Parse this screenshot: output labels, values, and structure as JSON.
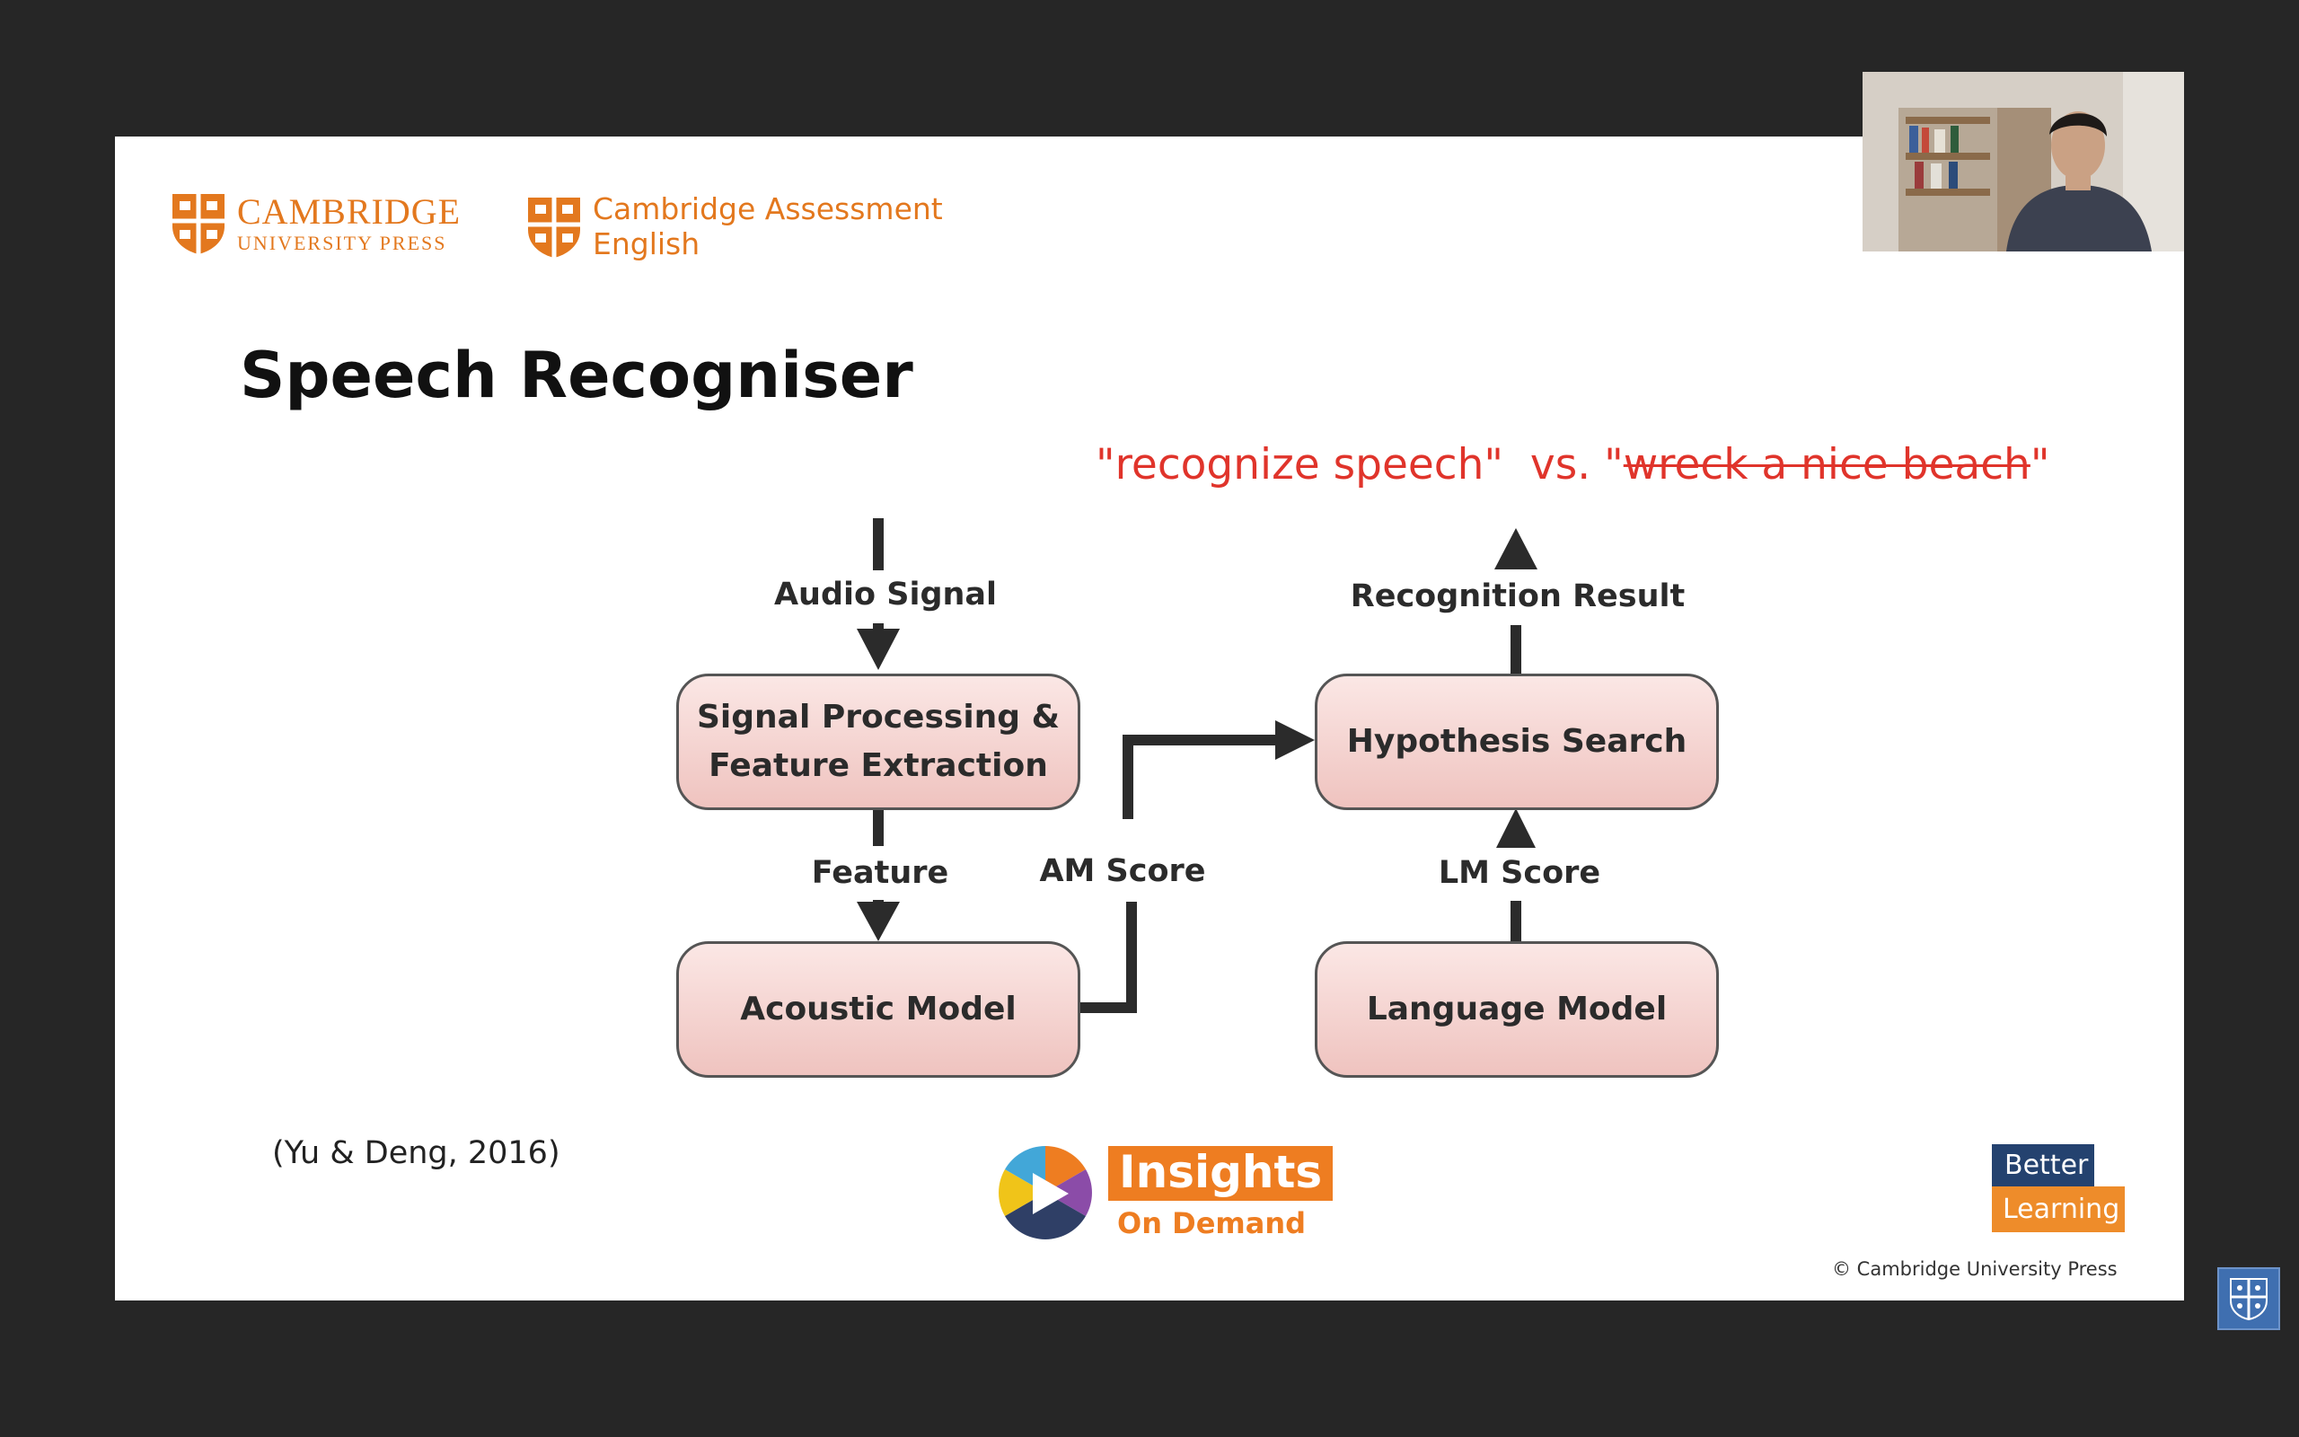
{
  "logos": {
    "cup": {
      "name": "CAMBRIDGE",
      "sub": "UNIVERSITY PRESS"
    },
    "cae": {
      "line1": "Cambridge Assessment",
      "line2": "English"
    }
  },
  "slide": {
    "title": "Speech Recogniser",
    "result": {
      "recognized": "\"recognize speech\"",
      "versus": "vs.",
      "rejected": "wreck a nice beach"
    },
    "diagram": {
      "labels": {
        "audio_signal": "Audio Signal",
        "feature": "Feature",
        "am_score": "AM Score",
        "lm_score": "LM Score",
        "recognition_result": "Recognition Result"
      },
      "boxes": {
        "signal_processing": "Signal Processing &\nFeature Extraction",
        "acoustic_model": "Acoustic Model",
        "hypothesis_search": "Hypothesis Search",
        "language_model": "Language Model"
      }
    },
    "citation": "(Yu & Deng, 2016)",
    "insights": {
      "title": "Insights",
      "subtitle": "On Demand"
    },
    "better_learning": {
      "line1": "Better",
      "line2": "Learning"
    },
    "copyright": "© Cambridge University Press"
  },
  "colors": {
    "background": "#262626",
    "slide": "#ffffff",
    "cambridge_orange": "#e3781e",
    "result_red": "#e0342b",
    "box_fill": "#f4d2cf",
    "arrow": "#2b2b2b"
  },
  "icons": {
    "cambridge_shield": "cambridge-shield-icon",
    "play": "play-icon",
    "corner_badge": "cambridge-crest-icon"
  }
}
